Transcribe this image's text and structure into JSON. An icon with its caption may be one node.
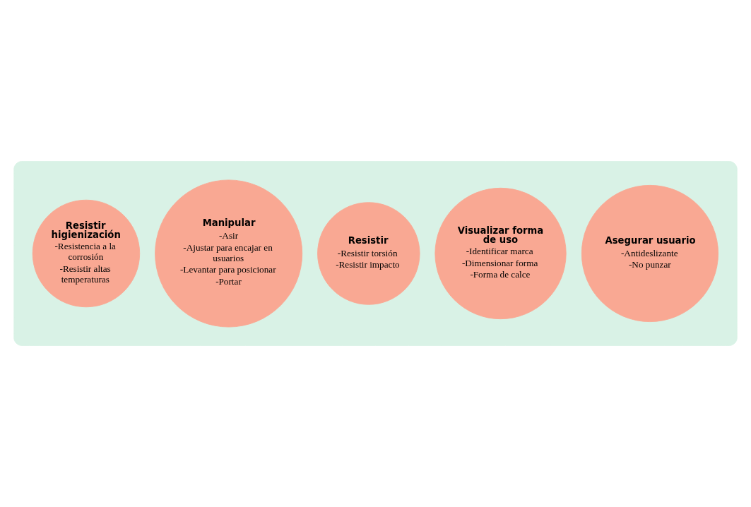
{
  "diagram": {
    "nodes": [
      {
        "text": [],
        "shape": "ellipse"
      },
      {
        "text": [
          "Asegurar usuario",
          "-Antideslizante",
          "-No punzar"
        ],
        "in": 0
      },
      {
        "text": [
          "Visualizar forma de uso",
          "-Identificar marca",
          "-Dimensionar forma",
          "-Forma de calce"
        ],
        "in": 0
      },
      {
        "text": [
          "Resistir",
          "-Resistir torsión",
          "-Resistir impacto"
        ],
        "in": 0
      },
      {
        "text": [
          "Manipular",
          "-Asir",
          "-Ajustar para encajar en usuarios",
          "-Levantar para posicionar",
          "-Portar"
        ],
        "in": 0
      },
      {
        "text": [
          "Resistir higienización",
          "-Resistencia a la corrosión",
          "-Resistir altas temperaturas"
        ],
        "in": 0
      }
    ],
    "edges": []
  }
}
